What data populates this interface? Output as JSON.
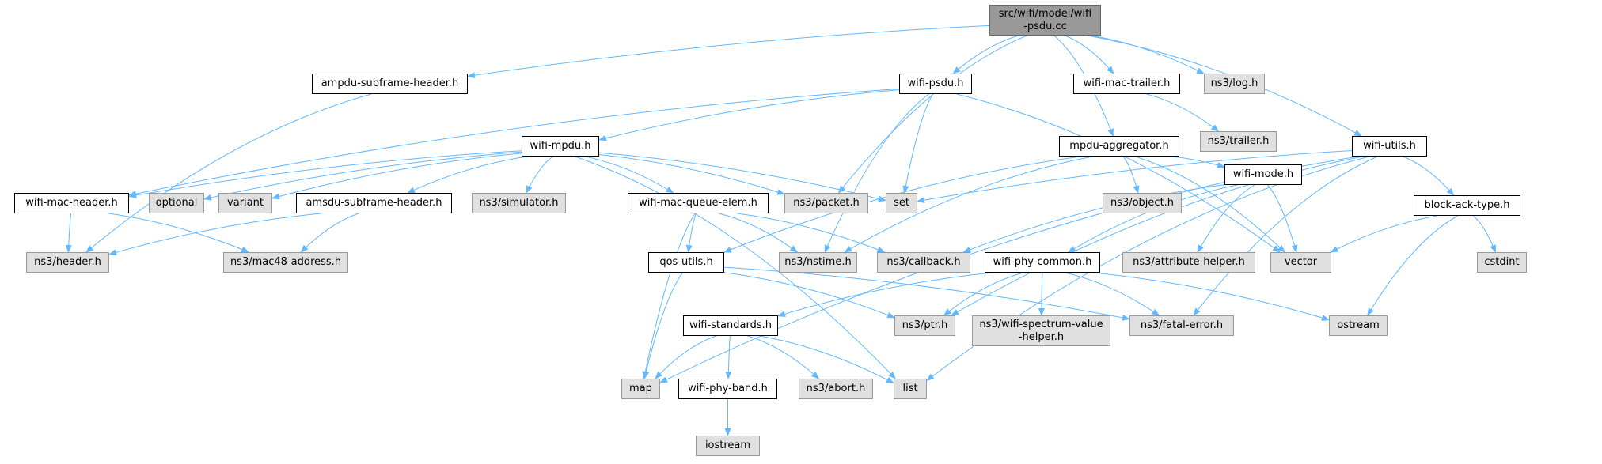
{
  "colors": {
    "edge": "#63b8ff",
    "root": "#999999",
    "local": "#ffffff",
    "external": "#e0e0e0"
  },
  "nodes": {
    "root": "src/wifi/model/wifi\n-psdu.cc",
    "ampdu_subframe_header": "ampdu-subframe-header.h",
    "wifi_psdu": "wifi-psdu.h",
    "wifi_mac_trailer": "wifi-mac-trailer.h",
    "ns3_log": "ns3/log.h",
    "wifi_utils": "wifi-utils.h",
    "ns3_trailer": "ns3/trailer.h",
    "mpdu_aggregator": "mpdu-aggregator.h",
    "wifi_mpdu": "wifi-mpdu.h",
    "block_ack_type": "block-ack-type.h",
    "wifi_mac_header": "wifi-mac-header.h",
    "optional": "optional",
    "variant": "variant",
    "amsdu_subframe_header": "amsdu-subframe-header.h",
    "ns3_simulator": "ns3/simulator.h",
    "wifi_mac_queue_elem": "wifi-mac-queue-elem.h",
    "ns3_packet": "ns3/packet.h",
    "set": "set",
    "ns3_object": "ns3/object.h",
    "wifi_mode": "wifi-mode.h",
    "vector": "vector",
    "cstdint": "cstdint",
    "ns3_header": "ns3/header.h",
    "ns3_mac48_address": "ns3/mac48-address.h",
    "qos_utils": "qos-utils.h",
    "ns3_nstime": "ns3/nstime.h",
    "ns3_callback": "ns3/callback.h",
    "wifi_phy_common": "wifi-phy-common.h",
    "ns3_attribute_helper": "ns3/attribute-helper.h",
    "wifi_standards": "wifi-standards.h",
    "ns3_ptr": "ns3/ptr.h",
    "ns3_wifi_spectrum_value_helper": "ns3/wifi-spectrum-value\n-helper.h",
    "ns3_fatal_error": "ns3/fatal-error.h",
    "ostream": "ostream",
    "map": "map",
    "wifi_phy_band": "wifi-phy-band.h",
    "ns3_abort": "ns3/abort.h",
    "list": "list",
    "iostream": "iostream"
  }
}
